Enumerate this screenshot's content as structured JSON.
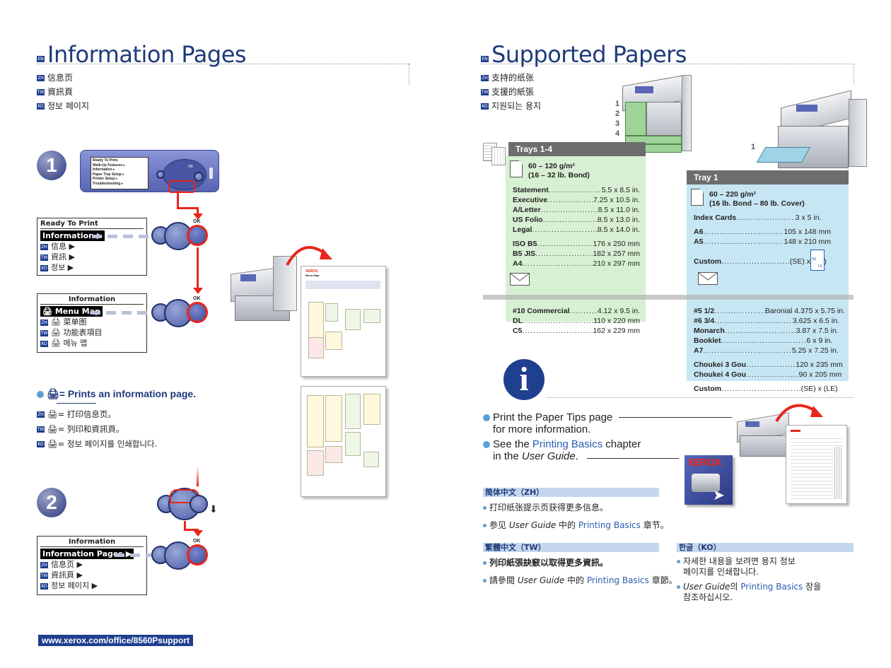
{
  "left": {
    "title_tag": "EN",
    "title": "Information Pages",
    "translations": [
      {
        "tag": "ZH",
        "text": "信息页"
      },
      {
        "tag": "TW",
        "text": "資訊頁"
      },
      {
        "tag": "KO",
        "text": "정보 페이지"
      }
    ],
    "step1": "1",
    "step2": "2",
    "front_panel": {
      "lines": [
        "Ready To Print.",
        "Walk-Up Features ▸",
        "Information ▸",
        "Paper Tray Setup ▸",
        "Printer Setup ▸",
        "Troubleshooting ▸"
      ],
      "ok": "OK"
    },
    "lcd1": {
      "header": "Ready To Print",
      "selected": "Information ▶",
      "rows": [
        {
          "tag": "ZH",
          "text": "信息 ▶"
        },
        {
          "tag": "TW",
          "text": "資訊 ▶"
        },
        {
          "tag": "KO",
          "text": "정보 ▶"
        }
      ]
    },
    "lcd2": {
      "header": "Information",
      "selected": "Menu Map",
      "rows": [
        {
          "tag": "ZH",
          "text": "菜单图"
        },
        {
          "tag": "TW",
          "text": "功能表項目"
        },
        {
          "tag": "KO",
          "text": "메뉴 맵"
        }
      ]
    },
    "lcd3": {
      "header": "Information",
      "selected": "Information Pages ▶",
      "rows": [
        {
          "tag": "ZH",
          "text": "信息页 ▶"
        },
        {
          "tag": "TW",
          "text": "資訊頁 ▶"
        },
        {
          "tag": "KO",
          "text": "정보 페이지 ▶"
        }
      ]
    },
    "ok_label": "OK",
    "prints_note": "= Prints an information page.",
    "prints_translations": [
      {
        "tag": "ZH",
        "text": "= 打印信息页。"
      },
      {
        "tag": "TW",
        "text": "= 列印和資訊頁。"
      },
      {
        "tag": "KO",
        "text": "= 정보 페이지를 인쇄합니다."
      }
    ],
    "menu_map_title": "Menu Map",
    "xerox_small": "XEROX",
    "url": "www.xerox.com/office/8560Psupport"
  },
  "right": {
    "title_tag": "EN",
    "title": "Supported Papers",
    "translations": [
      {
        "tag": "ZH",
        "text": "支持的纸张"
      },
      {
        "tag": "TW",
        "text": "支援的紙張"
      },
      {
        "tag": "KO",
        "text": "지원되는 용지"
      }
    ],
    "tray_numbers": [
      "1",
      "2",
      "3",
      "4"
    ],
    "tray1_label_num": "1",
    "trays14": {
      "title": "Trays 1-4",
      "weight": "60 – 120 g/m²",
      "weight2": "(16 – 32 lb. Bond)",
      "groups": [
        [
          [
            "Statement",
            "5.5 x 8.5 in."
          ],
          [
            "Executive",
            "7.25 x 10.5 in."
          ],
          [
            "A/Letter",
            "8.5 x 11.0 in."
          ],
          [
            "US Folio",
            "8.5 x 13.0 in."
          ],
          [
            "Legal",
            "8.5 x 14.0 in."
          ]
        ],
        [
          [
            "ISO B5",
            "176 x 250 mm"
          ],
          [
            "B5 JIS",
            "182 x 257 mm"
          ],
          [
            "A4",
            "210 x 297 mm"
          ]
        ],
        [
          [
            "#10 Commercial",
            "4.12 x 9.5 in."
          ],
          [
            "DL",
            "110 x 220 mm"
          ],
          [
            "C5",
            "162 x 229 mm"
          ]
        ]
      ]
    },
    "tray1": {
      "title": "Tray 1",
      "weight": "60 – 220 g/m²",
      "weight2": "(16 lb. Bond – 80 lb. Cover)",
      "groups": [
        [
          [
            "Index Cards",
            "3 x 5 in."
          ]
        ],
        [
          [
            "A6",
            "105 x 148 mm"
          ],
          [
            "A5",
            "148 x 210 mm"
          ]
        ],
        [
          [
            "Custom",
            "(SE) x (LE)"
          ]
        ],
        [
          [
            "#5 1/2",
            "Baronial  4.375 x 5.75 in."
          ],
          [
            "#6 3/4",
            "3.625 x 6.5 in."
          ],
          [
            "Monarch",
            "3.87 x 7.5 in."
          ],
          [
            "Booklet",
            "6 x 9 in."
          ],
          [
            "A7",
            "5.25 x 7.25 in."
          ]
        ],
        [
          [
            "Choukei 3 Gou",
            "120 x 235 mm"
          ],
          [
            "Choukei 4 Gou",
            "90 x 205 mm"
          ]
        ],
        [
          [
            "Custom",
            "(SE) x (LE)"
          ]
        ]
      ],
      "se": "SE",
      "le": "LE"
    },
    "tips1a": "Print the Paper Tips page",
    "tips1b": "for more information.",
    "tips2a": "See the ",
    "tips2link": "Printing Basics",
    "tips2b": " chapter",
    "tips2c": "in the ",
    "tips2guide": "User Guide",
    "tips2end": ".",
    "xerox_logo": "XEROX",
    "zh": {
      "head": "简体中文（ZH）",
      "l1": "打印纸张提示页获得更多信息。",
      "l2a": "参见 ",
      "l2guide": "User Guide",
      "l2b": " 中的 ",
      "l2link": "Printing Basics",
      "l2c": " 章节。"
    },
    "tw": {
      "head": "繁體中文（TW）",
      "l1": "列印紙張訣竅以取得更多資訊。",
      "l2a": "請參閱 ",
      "l2guide": "User Guide",
      "l2b": " 中的 ",
      "l2link": "Printing Basics",
      "l2c": " 章節。"
    },
    "ko": {
      "head": "한글（KO）",
      "l1a": "자세한 내용을 보려면 용지 정보",
      "l1b": "페이지를 인쇄합니다.",
      "l2guide": "User Guide",
      "l2a": "의 ",
      "l2link": "Printing Basics",
      "l2b": " 장을",
      "l2c": "참조하십시오."
    }
  },
  "colors": {
    "brand_blue": "#1e3a7a",
    "accent_red": "#e8251b",
    "green_panel": "#d7efd2",
    "blue_panel": "#c7e6f3",
    "tab_gray": "#6d6d6d"
  }
}
